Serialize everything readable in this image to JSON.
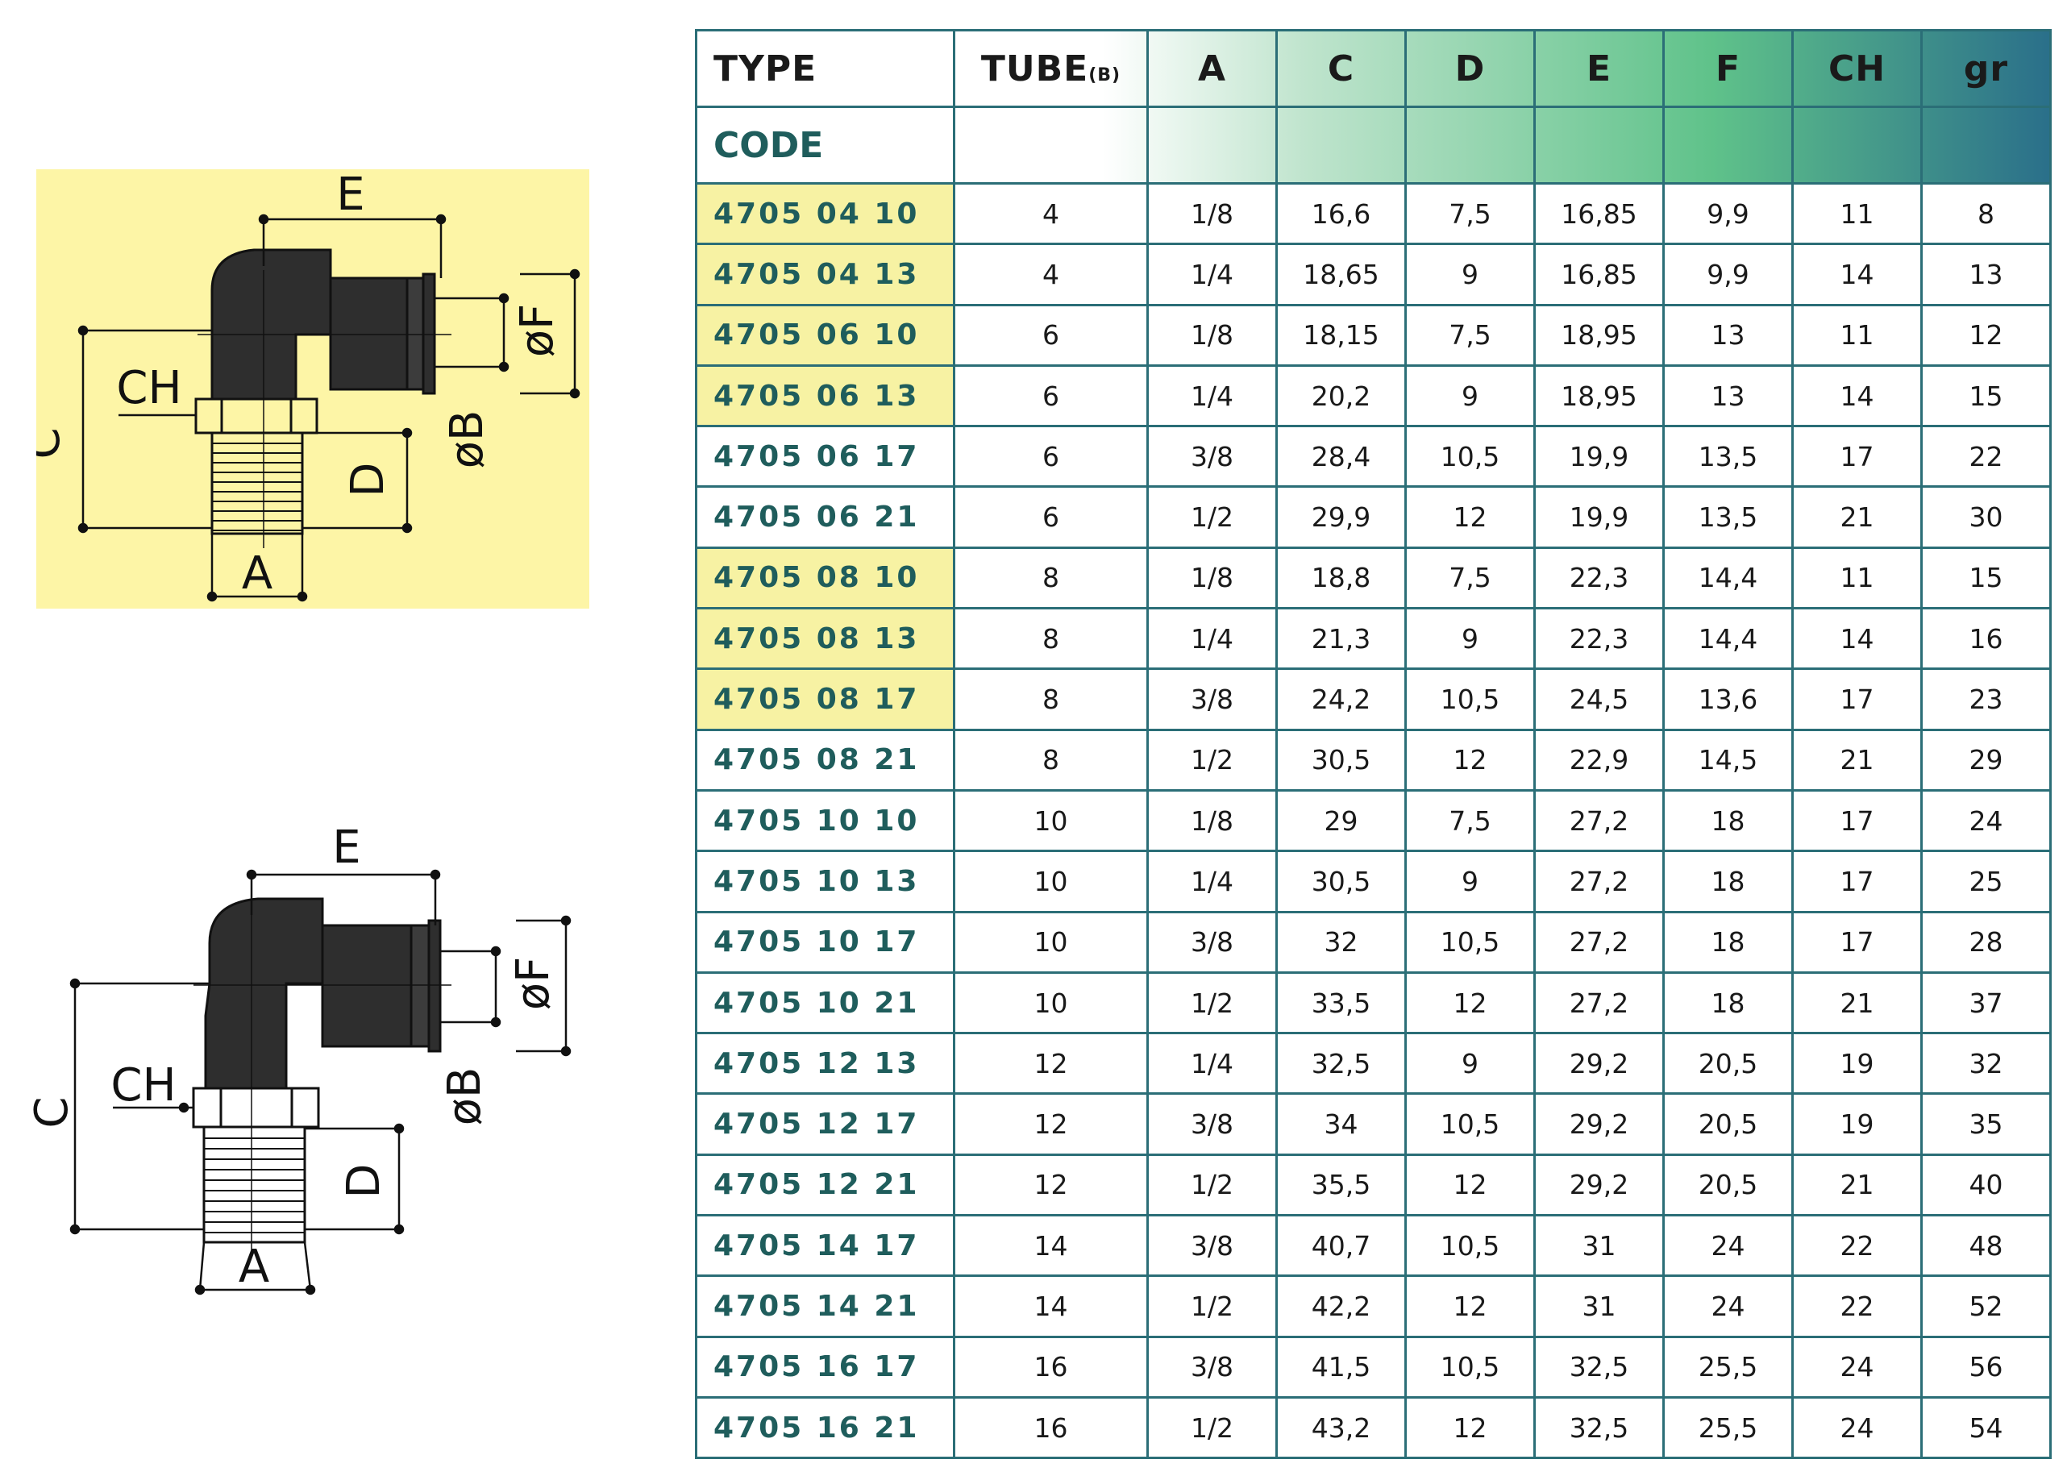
{
  "drawing_labels": {
    "e": "E",
    "c": "C",
    "ch": "CH",
    "d": "D",
    "a": "A",
    "b": "øB",
    "f": "øF"
  },
  "table": {
    "columns": [
      "TYPE",
      "TUBE",
      "A",
      "C",
      "D",
      "E",
      "F",
      "CH",
      "gr"
    ],
    "tube_subscript": "(B)",
    "code_label": "CODE",
    "rows": [
      {
        "code": "4705 04 10",
        "highlight": true,
        "values": [
          "4",
          "1/8",
          "16,6",
          "7,5",
          "16,85",
          "9,9",
          "11",
          "8"
        ]
      },
      {
        "code": "4705 04 13",
        "highlight": true,
        "values": [
          "4",
          "1/4",
          "18,65",
          "9",
          "16,85",
          "9,9",
          "14",
          "13"
        ]
      },
      {
        "code": "4705 06 10",
        "highlight": true,
        "values": [
          "6",
          "1/8",
          "18,15",
          "7,5",
          "18,95",
          "13",
          "11",
          "12"
        ]
      },
      {
        "code": "4705 06 13",
        "highlight": true,
        "values": [
          "6",
          "1/4",
          "20,2",
          "9",
          "18,95",
          "13",
          "14",
          "15"
        ]
      },
      {
        "code": "4705 06 17",
        "highlight": false,
        "values": [
          "6",
          "3/8",
          "28,4",
          "10,5",
          "19,9",
          "13,5",
          "17",
          "22"
        ]
      },
      {
        "code": "4705 06 21",
        "highlight": false,
        "values": [
          "6",
          "1/2",
          "29,9",
          "12",
          "19,9",
          "13,5",
          "21",
          "30"
        ]
      },
      {
        "code": "4705 08 10",
        "highlight": true,
        "values": [
          "8",
          "1/8",
          "18,8",
          "7,5",
          "22,3",
          "14,4",
          "11",
          "15"
        ]
      },
      {
        "code": "4705 08 13",
        "highlight": true,
        "values": [
          "8",
          "1/4",
          "21,3",
          "9",
          "22,3",
          "14,4",
          "14",
          "16"
        ]
      },
      {
        "code": "4705 08 17",
        "highlight": true,
        "values": [
          "8",
          "3/8",
          "24,2",
          "10,5",
          "24,5",
          "13,6",
          "17",
          "23"
        ]
      },
      {
        "code": "4705 08 21",
        "highlight": false,
        "values": [
          "8",
          "1/2",
          "30,5",
          "12",
          "22,9",
          "14,5",
          "21",
          "29"
        ]
      },
      {
        "code": "4705 10 10",
        "highlight": false,
        "values": [
          "10",
          "1/8",
          "29",
          "7,5",
          "27,2",
          "18",
          "17",
          "24"
        ]
      },
      {
        "code": "4705 10 13",
        "highlight": false,
        "values": [
          "10",
          "1/4",
          "30,5",
          "9",
          "27,2",
          "18",
          "17",
          "25"
        ]
      },
      {
        "code": "4705 10 17",
        "highlight": false,
        "values": [
          "10",
          "3/8",
          "32",
          "10,5",
          "27,2",
          "18",
          "17",
          "28"
        ]
      },
      {
        "code": "4705 10 21",
        "highlight": false,
        "values": [
          "10",
          "1/2",
          "33,5",
          "12",
          "27,2",
          "18",
          "21",
          "37"
        ]
      },
      {
        "code": "4705 12 13",
        "highlight": false,
        "values": [
          "12",
          "1/4",
          "32,5",
          "9",
          "29,2",
          "20,5",
          "19",
          "32"
        ]
      },
      {
        "code": "4705 12 17",
        "highlight": false,
        "values": [
          "12",
          "3/8",
          "34",
          "10,5",
          "29,2",
          "20,5",
          "19",
          "35"
        ]
      },
      {
        "code": "4705 12 21",
        "highlight": false,
        "values": [
          "12",
          "1/2",
          "35,5",
          "12",
          "29,2",
          "20,5",
          "21",
          "40"
        ]
      },
      {
        "code": "4705 14 17",
        "highlight": false,
        "values": [
          "14",
          "3/8",
          "40,7",
          "10,5",
          "31",
          "24",
          "22",
          "48"
        ]
      },
      {
        "code": "4705 14 21",
        "highlight": false,
        "values": [
          "14",
          "1/2",
          "42,2",
          "12",
          "31",
          "24",
          "22",
          "52"
        ]
      },
      {
        "code": "4705 16 17",
        "highlight": false,
        "values": [
          "16",
          "3/8",
          "41,5",
          "10,5",
          "32,5",
          "25,5",
          "24",
          "56"
        ]
      },
      {
        "code": "4705 16 21",
        "highlight": false,
        "values": [
          "16",
          "1/2",
          "43,2",
          "12",
          "32,5",
          "25,5",
          "24",
          "54"
        ]
      }
    ]
  },
  "colors": {
    "drawing_background": "#fdf5a6",
    "code_highlight": "#f7f2a3",
    "code_text": "#1f5d5c",
    "grid_lines": "#2b6e77",
    "header_gradient": [
      "#ffffff",
      "#bfe4cd",
      "#5fc28a",
      "#2a6f8a"
    ]
  }
}
